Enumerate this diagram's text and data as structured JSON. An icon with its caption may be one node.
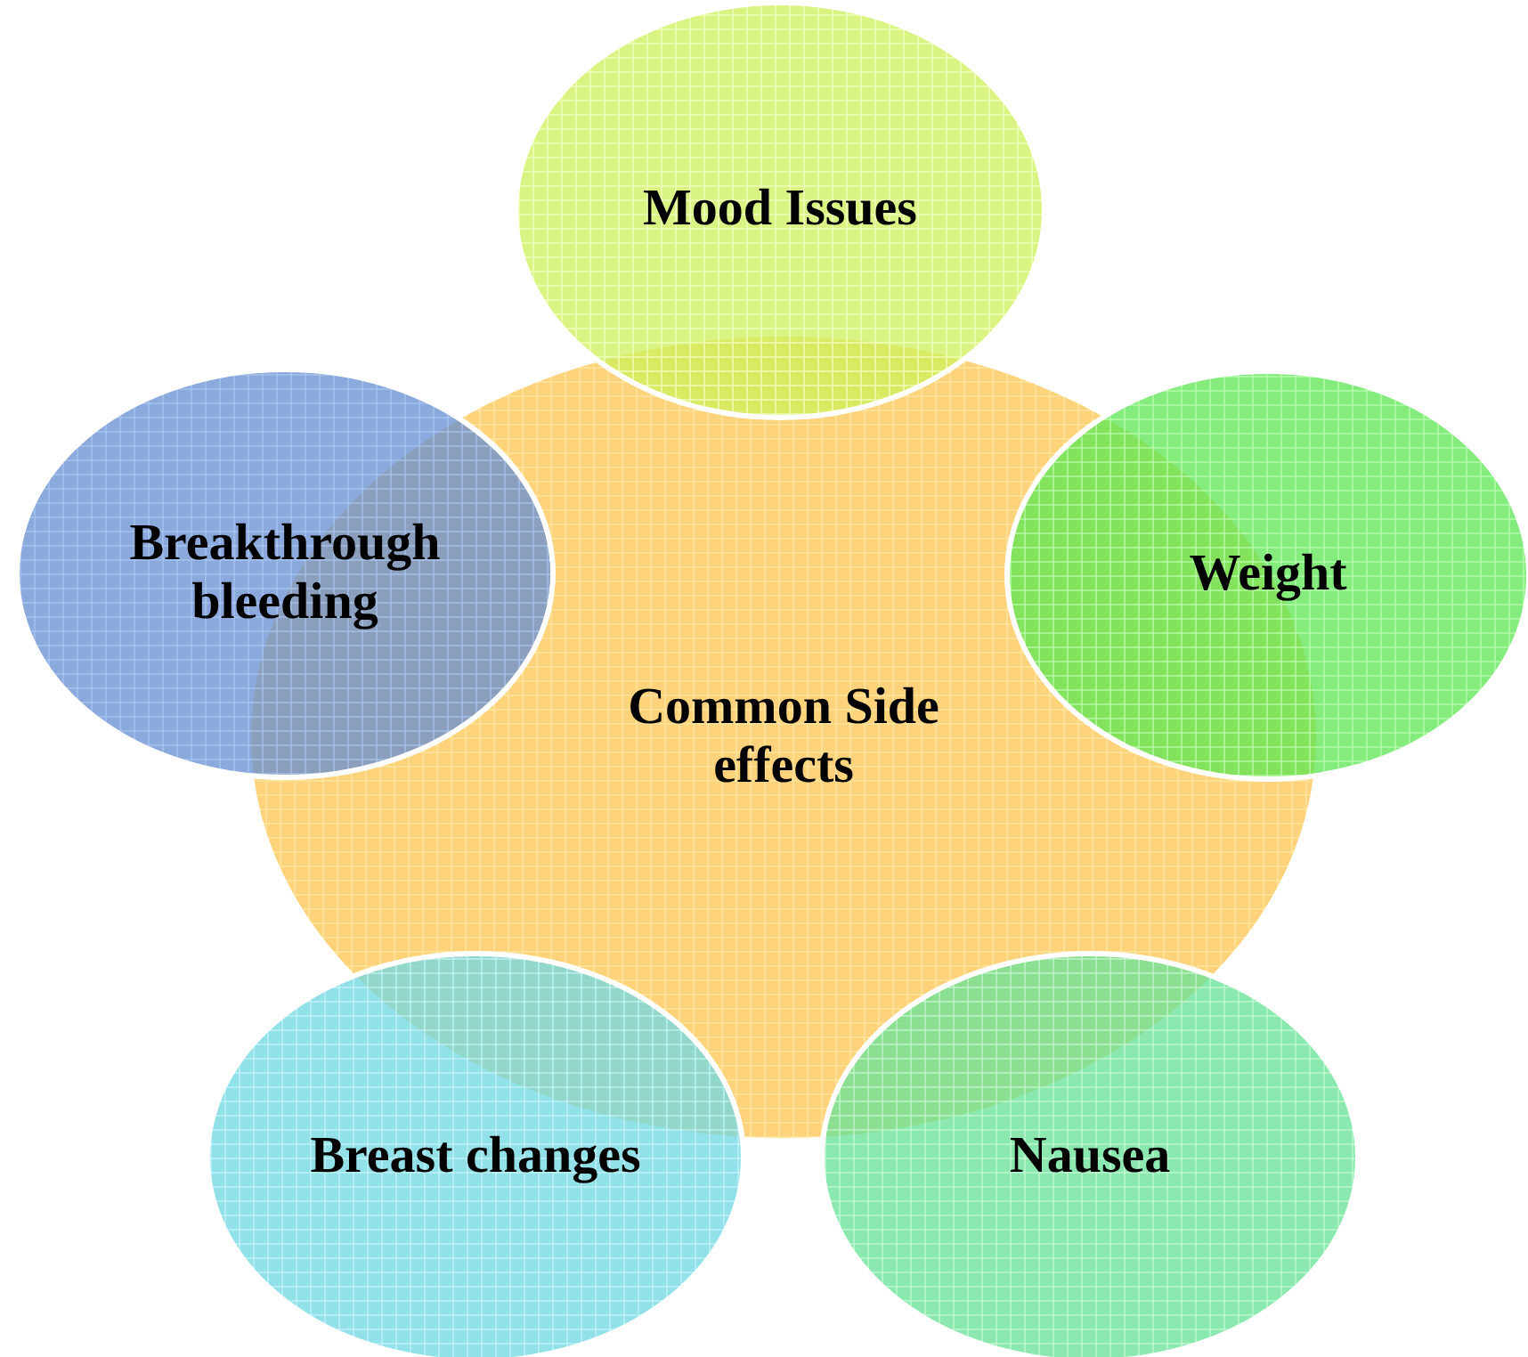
{
  "diagram": {
    "nodes": [
      {
        "text": [
          "Common Side effects"
        ]
      },
      {
        "text": [
          "Mood Issues"
        ]
      },
      {
        "text": [
          "Breakthrough bleeding"
        ]
      },
      {
        "text": [
          "Weight"
        ]
      },
      {
        "text": [
          "Breast changes"
        ]
      },
      {
        "text": [
          "Nausea"
        ]
      }
    ]
  }
}
